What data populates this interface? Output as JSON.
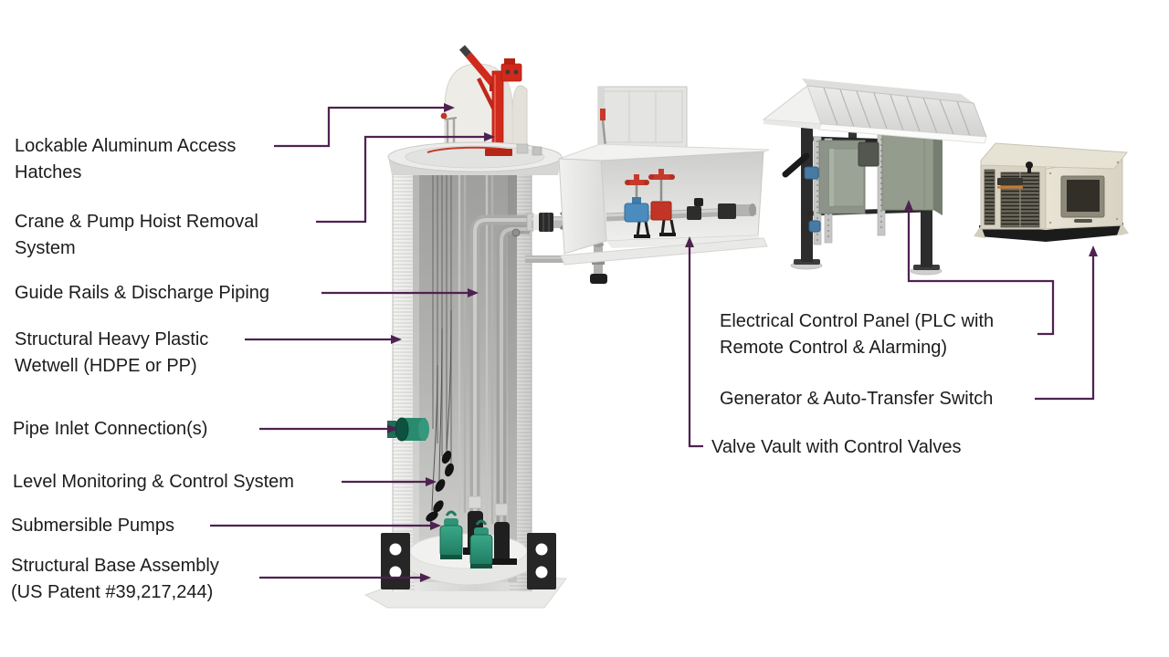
{
  "diagram_title": "Packaged pump station component callout diagram",
  "style": {
    "background": "#ffffff",
    "connector_color": "#4e2250",
    "label_color": "#1c1c1c",
    "crane_red": "#cf2a1c",
    "pump_teal": "#2e9378",
    "inlet_green": "#2a8a6e",
    "panel_sage": "#949c8d",
    "generator_beige": "#d7d2c2",
    "valve_blue": "#4a8cbe",
    "valve_red": "#c63a2b"
  },
  "labels": [
    {
      "id": "access-hatches",
      "text": "Lockable Aluminum Access Hatches"
    },
    {
      "id": "crane-hoist",
      "text": "Crane & Pump Hoist Removal System"
    },
    {
      "id": "guide-rails",
      "text": "Guide Rails & Discharge Piping"
    },
    {
      "id": "wetwell",
      "text": "Structural Heavy Plastic Wetwell (HDPE or PP)"
    },
    {
      "id": "pipe-inlet",
      "text": "Pipe Inlet Connection(s)"
    },
    {
      "id": "level-monitoring",
      "text": "Level Monitoring & Control System"
    },
    {
      "id": "submersible-pumps",
      "text": "Submersible Pumps"
    },
    {
      "id": "base-assembly",
      "text": "Structural Base Assembly (US Patent #39,217,244)"
    },
    {
      "id": "electrical-panel",
      "text": "Electrical Control Panel (PLC with Remote Control & Alarming)"
    },
    {
      "id": "generator",
      "text": "Generator & Auto-Transfer Switch"
    },
    {
      "id": "valve-vault",
      "text": "Valve Vault with Control Valves"
    }
  ]
}
